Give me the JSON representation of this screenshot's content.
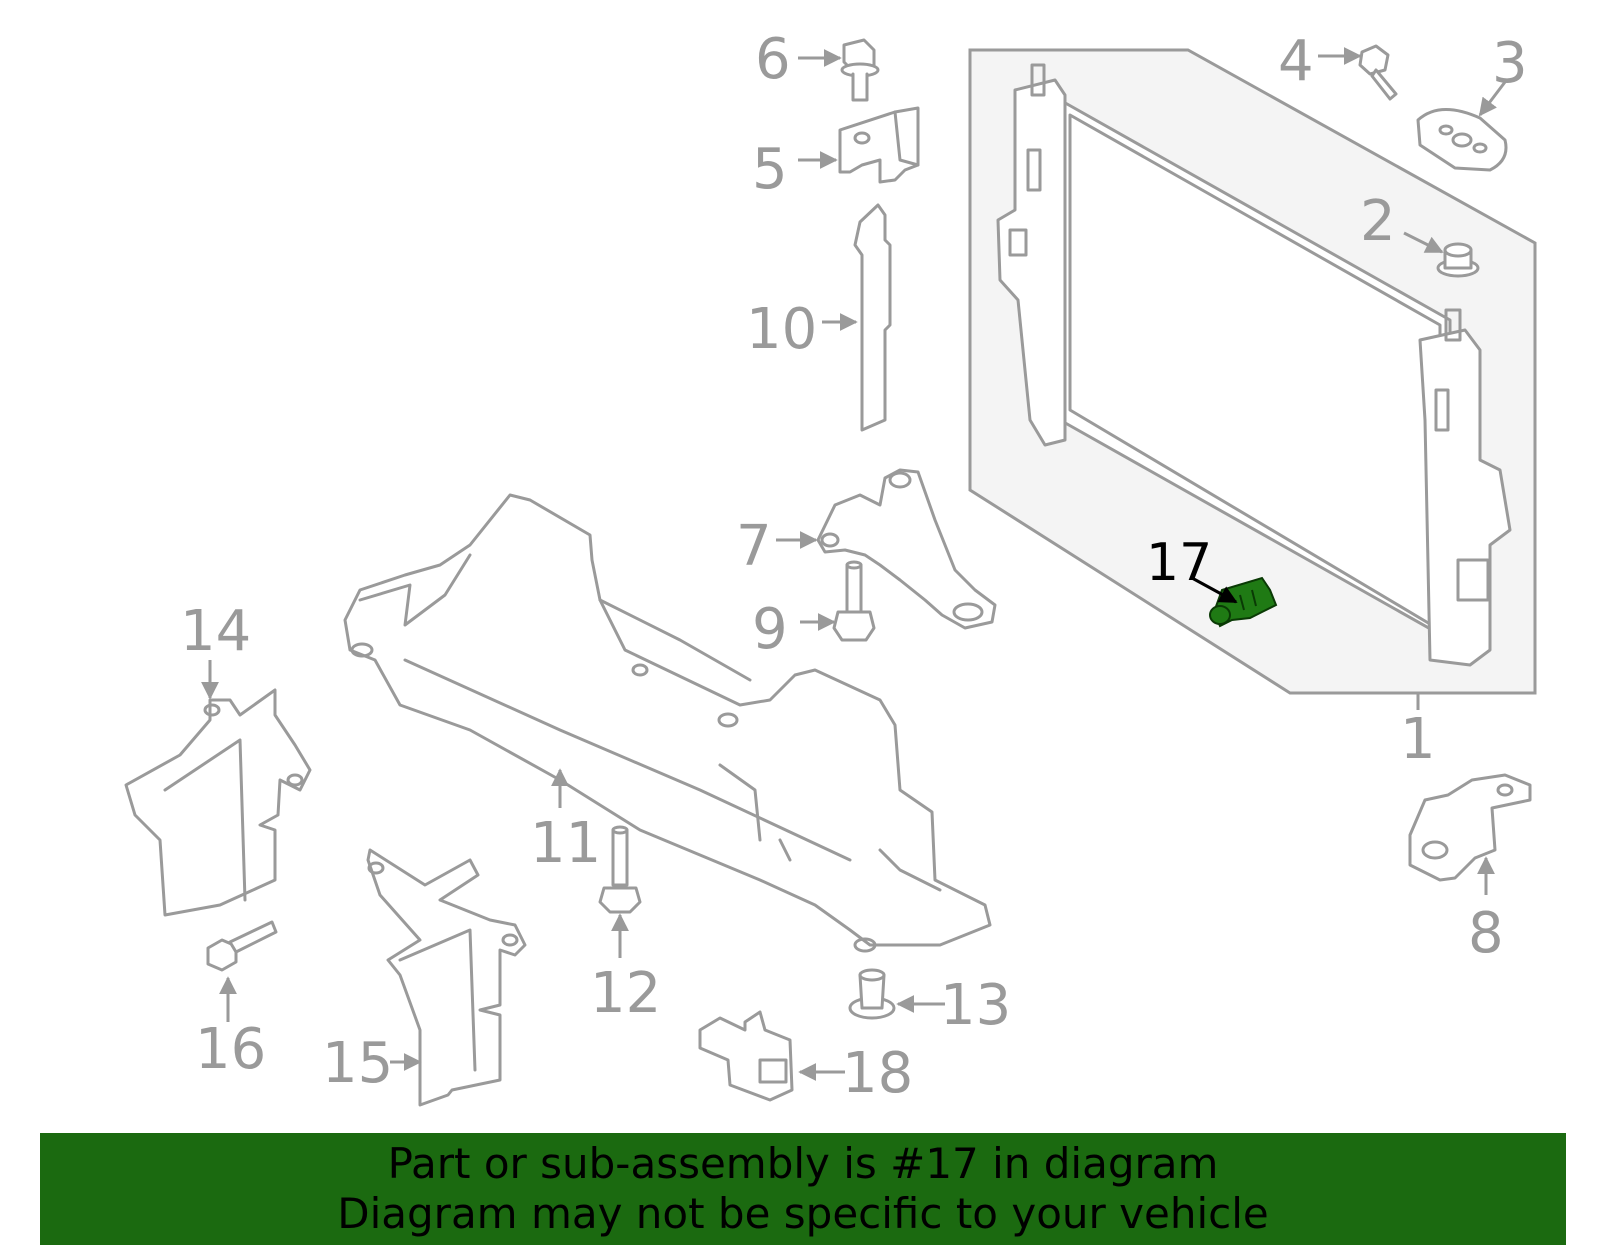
{
  "callouts": [
    {
      "id": "1",
      "text": "1"
    },
    {
      "id": "2",
      "text": "2"
    },
    {
      "id": "3",
      "text": "3"
    },
    {
      "id": "4",
      "text": "4"
    },
    {
      "id": "5",
      "text": "5"
    },
    {
      "id": "6",
      "text": "6"
    },
    {
      "id": "7",
      "text": "7"
    },
    {
      "id": "8",
      "text": "8"
    },
    {
      "id": "9",
      "text": "9"
    },
    {
      "id": "10",
      "text": "10"
    },
    {
      "id": "11",
      "text": "11"
    },
    {
      "id": "12",
      "text": "12"
    },
    {
      "id": "13",
      "text": "13"
    },
    {
      "id": "14",
      "text": "14"
    },
    {
      "id": "15",
      "text": "15"
    },
    {
      "id": "16",
      "text": "16"
    },
    {
      "id": "17",
      "text": "17"
    },
    {
      "id": "18",
      "text": "18"
    }
  ],
  "highlighted_part": "17",
  "colors": {
    "line_art": "#9a9a9a",
    "highlight_part": "#1f7a14",
    "banner_background": "#1b6a10",
    "assembly_panel": "#f4f4f4"
  },
  "banner": {
    "line1": "Part or sub-assembly is #17 in diagram",
    "line2": "Diagram may not be specific to your vehicle"
  }
}
